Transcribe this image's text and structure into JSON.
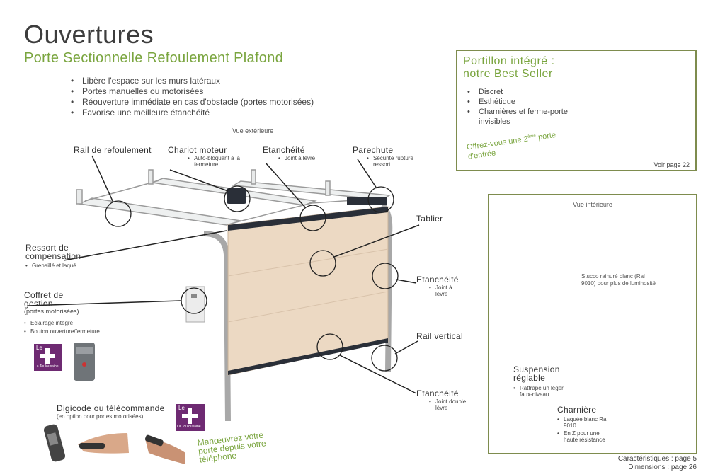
{
  "title": "Ouvertures",
  "subtitle": "Porte Sectionnelle Refoulement Plafond",
  "intro_bullets": [
    "Libère l'espace sur les murs latéraux",
    "Portes manuelles ou motorisées",
    "Réouverture immédiate en cas d'obstacle (portes motorisées)",
    "Favorise une meilleure étanchéité"
  ],
  "vue_exterieure": "Vue extérieure",
  "labels": {
    "rail_refoulement": "Rail de refoulement",
    "chariot_moteur": "Chariot moteur",
    "chariot_moteur_detail": "Auto-bloquant à la fermeture",
    "etancheite_top": "Etanchéité",
    "etancheite_top_detail": "Joint à lèvre",
    "parechute": "Parechute",
    "parechute_detail": "Sécurité rupture ressort",
    "tablier": "Tablier",
    "ressort_line1": "Ressort de",
    "ressort_line2": "compensation",
    "ressort_detail": "Grenaillé et laqué",
    "coffret_line1": "Coffret de",
    "coffret_line2": "gestion",
    "coffret_sub": "(portes motorisées)",
    "coffret_details": [
      "Eclairage intégré",
      "Bouton ouverture/fermeture"
    ],
    "etancheite_right": "Etanchéité",
    "etancheite_right_detail": "Joint à lèvre",
    "rail_vertical": "Rail vertical",
    "etancheite_bottom": "Etanchéité",
    "etancheite_bottom_detail": "Joint double lèvre",
    "digicode": "Digicode ou télécommande",
    "digicode_sub": "(en option pour portes motorisées)",
    "manoeuvrez": "Manœuvrez votre porte depuis votre téléphone",
    "toulousaine": "La Toulousaine"
  },
  "portillon": {
    "title_line1": "Portillon intégré :",
    "title_line2": "notre Best Seller",
    "bullets": [
      "Discret",
      "Esthétique",
      "Charnières et ferme-porte invisibles"
    ],
    "offrez_a": "Offrez-vous une 2",
    "offrez_sup": "ème",
    "offrez_b": " porte",
    "offrez_c": "d'entrée",
    "voir_page": "Voir page 22"
  },
  "interieur": {
    "vue": "Vue intérieure",
    "stucco": "Stucco rainuré blanc (Ral 9010) pour plus de luminosité",
    "suspension_line1": "Suspension",
    "suspension_line2": "réglable",
    "suspension_detail": "Rattrape un léger faux-niveau",
    "charniere": "Charnière",
    "charniere_details": [
      "Laquée blanc Ral 9010",
      "En Z pour une haute résistance"
    ]
  },
  "footer": {
    "caracteristiques": "Caractéristiques : page 5",
    "dimensions": "Dimensions : page 26"
  },
  "colors": {
    "accent": "#7aa53f",
    "box_border": "#7e8c4e",
    "panel": "#ecd9c3"
  }
}
